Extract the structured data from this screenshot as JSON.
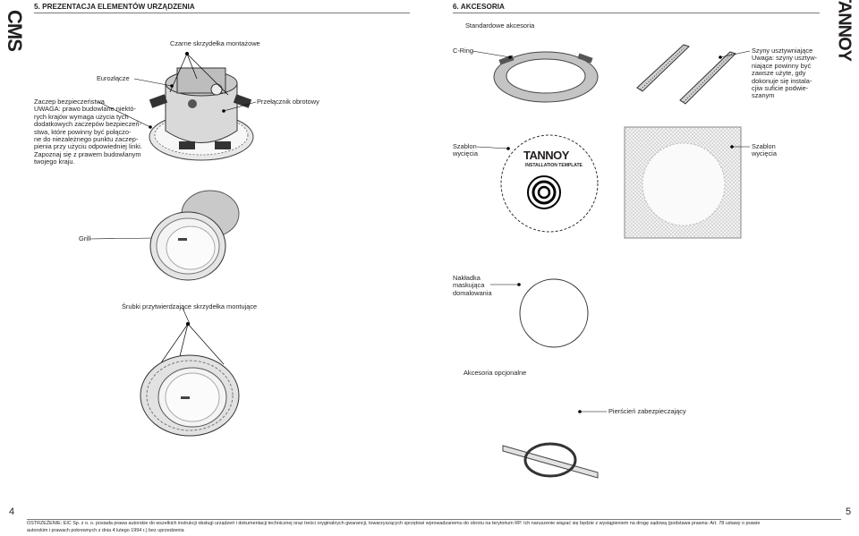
{
  "left_page": {
    "brand": "CMS",
    "section_title": "5. PREZENTACJA ELEMENTÓW URZĄDZENIA",
    "labels": {
      "eurozlacze": "Eurozłącze",
      "czarne_skrzydelka": "Czarne skrzydełka montażowe",
      "przelacznik": "Przełącznik obrotowy",
      "zaczep": "Zaczep bezpieczeństwa\nUWAGA: prawo budowlane niektó-\nrych krajów wymaga użycia tych\ndodatkowych zaczepów bezpieczeń-\nstwa, które powinny być połączo-\nne do niezależnego punktu zaczep-\npienia przy użyciu odpowiedniej linki.\nZapoznaj się z prawem budowlanym\ntwojego kraju.",
      "grill": "Grill",
      "srubki": "Śrubki przytwierdzające skrzydełka montujące"
    },
    "page_number": "4"
  },
  "right_page": {
    "brand": "TANNOY",
    "section_title": "6. AKCESORIA",
    "subtitle_standard": "Standardowe akcesoria",
    "labels": {
      "c_ring": "C-Ring",
      "szablon_left": "Szablon\nwycięcia",
      "szyny": "Szyny usztywniające\nUwaga: szyny usztyw-\nniające powinny być\nzawsze użyte, gdy\ndokonuje się instala-\ncjiw suficie podwie-\nszanym",
      "szablon_right": "Szablon\nwycięcia",
      "nakladka": "Nakładka\nmaskująca\ndomalowania",
      "opcjonalne": "Akcesoria opcjonalne",
      "pierscien": "Pierścień zabezpieczający"
    },
    "template_logo": "TANNOY",
    "template_caption": "INSTALLATION TEMPLATE",
    "page_number": "5"
  },
  "footer": {
    "line1": "OSTRZEŻENIE: EIC Sp. z o. o. posiada prawa autorskie do wszelkich instrukcji obsługi urządzeń i dokumentacji technicznej oraz treści oryginalnych gwarancji, towarzyszących sprzętowi wprowadzanemu do obrotu na terytorium RP. Ich naruszenie wiązać się będzie z wystąpieniem na drogę sądową (podstawa prawna: Art. 78 ustawy o prawie",
    "line2": "autorskim i prawach pokrewnych z dnia 4 lutego 1994 r.) bez uprzedzenia"
  }
}
